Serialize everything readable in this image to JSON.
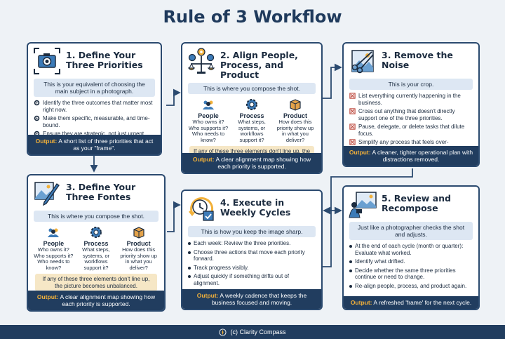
{
  "title": "Rule of 3 Workflow",
  "footer": "(c) Clarity Compass",
  "colors": {
    "navy": "#213d5f",
    "accent": "#f2b13a",
    "pill": "#dde7f3",
    "warn": "#f6e7c6"
  },
  "step1": {
    "title": "1. Define Your Three Priorities",
    "pill": "This is your equivalent of choosing the main subject in a photograph.",
    "icon": "camera-icon",
    "bullets": [
      "Identify the three outcomes that matter most right now.",
      "Make them specific, measurable, and time-bound.",
      "Ensure they are strategic, not just urgent."
    ],
    "output_label": "Output:",
    "output_text": "A short list of three priorities that act as your \"frame\"."
  },
  "step2": {
    "title": "2. Align People, Process, and Product",
    "pill": "This is where you compose the shot.",
    "icon": "scale-gears-icon",
    "cols": [
      {
        "head": "People",
        "desc": "Who owns it? Who supports it? Who needs to know?"
      },
      {
        "head": "Process",
        "desc": "What steps, systems, or workflows support it?"
      },
      {
        "head": "Product",
        "desc": "How does this priority show up in what you deliver?"
      }
    ],
    "warn": "If any of these three elements don't line up, the picture becomes unbalanced.",
    "output_label": "Output:",
    "output_text": "A clear alignment map showing how each priority is supported."
  },
  "step3a": {
    "title": "3. Remove the Noise",
    "pill": "This is your crop.",
    "icon": "crop-scissors-icon",
    "bullets": [
      "List everything currently happening in the business.",
      "Cross out anything that doesn't directly support one of the three priorities.",
      "Pause, delegate, or delete tasks that dilute focus.",
      "Simplify any process that feels over-engineered."
    ],
    "output_label": "Output:",
    "output_text": "A cleaner, tighter operational plan with distractions removed."
  },
  "step3b": {
    "title": "3. Define Your Three Fontes",
    "pill": "This is where you compose the shot.",
    "icon": "picture-pen-icon",
    "cols": [
      {
        "head": "People",
        "desc": "Who owns it? Who supports it? Who needs to know?"
      },
      {
        "head": "Process",
        "desc": "What steps, systems, or workflows support it?"
      },
      {
        "head": "Product",
        "desc": "How does this priority show up in what you deliver?"
      }
    ],
    "warn": "If any of these three elements don't line up, the picture becomes unbalanced.",
    "output_label": "Output:",
    "output_text": "A clear alignment map showing how each priority is supported."
  },
  "step4": {
    "title": "4. Execute in Weekly Cycles",
    "pill": "This is how you keep the image sharp.",
    "icon": "clock-calendar-icon",
    "bullets": [
      "Each week: Review the three priorities.",
      "Choose three actions that move each priority forward.",
      "Track progress visibly.",
      "Adjust quickly if something drifts out of alignment."
    ],
    "output_label": "Output:",
    "output_text": "A weekly cadence that keeps the business focused and moving."
  },
  "step5": {
    "title": "5. Review and Recompose",
    "pill": "Just like a photographer checks the shot and adjusts.",
    "icon": "photographer-review-icon",
    "bullets": [
      "At the end of each cycle (month or quarter): Evaluate what worked.",
      "Identify what drifted.",
      "Decide whether the same three priorities continue or need to change.",
      "Re-align people, process, and product again."
    ],
    "output_label": "Output:",
    "output_text": "A refreshed 'frame' for the next cycle."
  }
}
